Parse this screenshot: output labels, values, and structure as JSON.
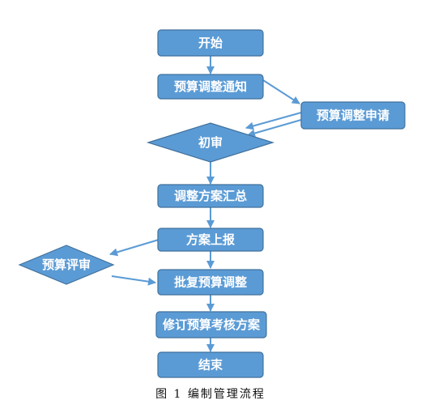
{
  "nodes": {
    "start": "开始",
    "notice": "预算调整通知",
    "apply": "预算调整申请",
    "first_review": "初审",
    "summary": "调整方案汇总",
    "report": "方案上报",
    "budget_review": "预算评审",
    "approve": "批复预算调整",
    "revise": "修订预算考核方案",
    "end": "结束"
  },
  "caption": "图 1  编制管理流程",
  "colors": {
    "node_fill": "#5B9BD5",
    "node_stroke": "#41719C",
    "arrow": "#5B9BD5",
    "text": "#FFFFFF"
  }
}
